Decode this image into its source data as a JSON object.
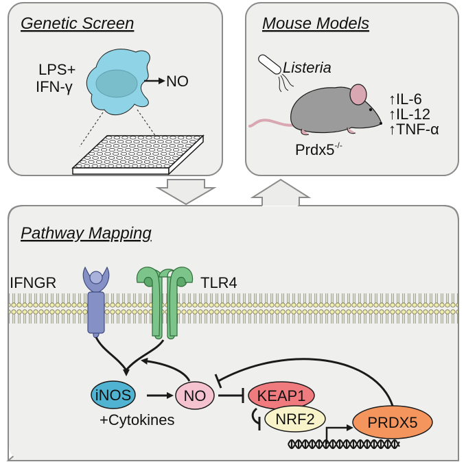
{
  "panels": {
    "genetic_screen": {
      "title": "Genetic Screen",
      "stimulus_line1": "LPS+",
      "stimulus_line2": "IFN-γ",
      "product": "NO"
    },
    "mouse_models": {
      "title": "Mouse Models",
      "pathogen": "Listeria",
      "genotype": "Prdx5",
      "genotype_superscript": "-/-",
      "readouts": [
        "↑IL-6",
        "↑IL-12",
        "↑TNF-α"
      ]
    },
    "pathway_mapping": {
      "title": "Pathway Mapping",
      "receptor_left": "IFNGR",
      "receptor_right": "TLR4",
      "nodes": {
        "inos": "iNOS",
        "cytokines": "+Cytokines",
        "no": "NO",
        "keap1": "KEAP1",
        "nrf2": "NRF2",
        "prdx5": "PRDX5"
      }
    }
  },
  "colors": {
    "panel_fill": "#efefed",
    "panel_stroke": "#8a8a8a",
    "cell": "#8fd3e6",
    "nucleus": "#79bcc9",
    "mouse": "#9b9b9b",
    "ear_tail": "#d8a7b1",
    "ifngr": "#8591c4",
    "tlr4": "#7cc48a",
    "inos": "#4fb3d1",
    "no": "#f4c3cf",
    "keap1": "#ef7b7e",
    "nrf2": "#f8f3c8",
    "prdx5": "#f4955d"
  }
}
